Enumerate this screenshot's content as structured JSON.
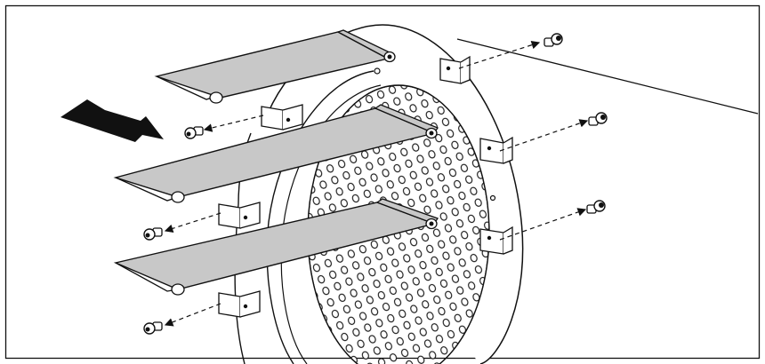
{
  "figure": {
    "kind": "exploded-assembly-illustration",
    "colors": {
      "stroke": "#111111",
      "bracket_fill": "#c8c8c8",
      "tab_fill": "#ffffff",
      "background": "#ffffff",
      "arrow": "#111111"
    },
    "parts": {
      "brackets": 3,
      "upper_mounting_tabs": 3,
      "upper_screws": 3,
      "lower_mounting_tabs": 3,
      "lower_screws": 3
    },
    "direction_arrow": "points-left"
  }
}
